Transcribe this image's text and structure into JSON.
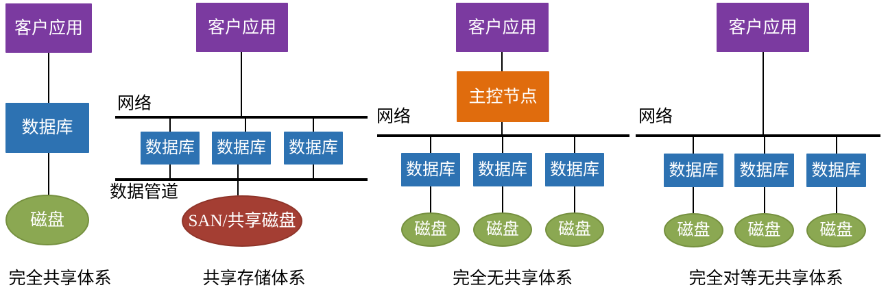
{
  "colors": {
    "client_purple": "#7b3aa0",
    "database_blue": "#2d72b2",
    "master_orange": "#e06c0d",
    "disk_green": "#8ba852",
    "san_red": "#a43e33",
    "line_black": "#000000"
  },
  "architectures": {
    "shared_everything": {
      "caption": "完全共享体系",
      "client": "客户应用",
      "database": "数据库",
      "disk": "磁盘"
    },
    "shared_storage": {
      "caption": "共享存储体系",
      "client": "客户应用",
      "network_label": "网络",
      "pipe_label": "数据管道",
      "databases": [
        "数据库",
        "数据库",
        "数据库"
      ],
      "san": "SAN/共享磁盘"
    },
    "shared_nothing": {
      "caption": "完全无共享体系",
      "client": "客户应用",
      "master": "主控节点",
      "network_label": "网络",
      "databases": [
        "数据库",
        "数据库",
        "数据库"
      ],
      "disks": [
        "磁盘",
        "磁盘",
        "磁盘"
      ]
    },
    "peer_shared_nothing": {
      "caption": "完全对等无共享体系",
      "client": "客户应用",
      "network_label": "网络",
      "databases": [
        "数据库",
        "数据库",
        "数据库"
      ],
      "disks": [
        "磁盘",
        "磁盘",
        "磁盘"
      ]
    }
  }
}
